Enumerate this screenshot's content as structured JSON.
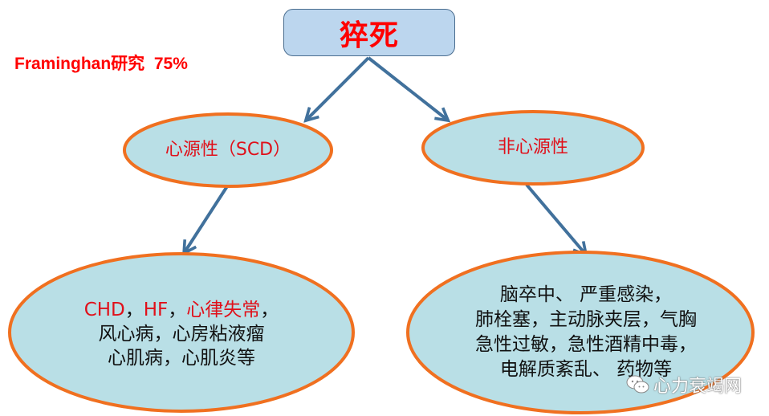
{
  "root": {
    "title": "猝死"
  },
  "study_note": "Framinghan研究  75%",
  "branches": [
    {
      "label": "心源性（SCD）",
      "causes_lines": [
        [
          {
            "text": "CHD",
            "color": "red"
          },
          {
            "text": "，",
            "color": "black"
          },
          {
            "text": "HF",
            "color": "red"
          },
          {
            "text": "，",
            "color": "black"
          },
          {
            "text": "心律失常",
            "color": "red"
          },
          {
            "text": "，",
            "color": "black"
          }
        ],
        [
          {
            "text": "风心病，心房粘液瘤",
            "color": "black"
          }
        ],
        [
          {
            "text": "心肌病，心肌炎等",
            "color": "black"
          }
        ]
      ]
    },
    {
      "label": "非心源性",
      "causes_lines": [
        [
          {
            "text": "脑卒中、 严重感染，",
            "color": "black"
          }
        ],
        [
          {
            "text": "肺栓塞，主动脉夹层，气胸",
            "color": "black"
          }
        ],
        [
          {
            "text": "急性过敏，急性酒精中毒，",
            "color": "black"
          }
        ],
        [
          {
            "text": "电解质紊乱、 药物等",
            "color": "black"
          }
        ]
      ]
    }
  ],
  "watermark": {
    "icon": "wechat-icon",
    "text": "心力衰竭网"
  },
  "colors": {
    "root_fill": "#bcd6ee",
    "root_border": "#4a6d8f",
    "ellipse_fill": "#b9dfe6",
    "ellipse_border": "#f07020",
    "arrow": "#41719c",
    "emphasis_text": "#e0101a"
  }
}
